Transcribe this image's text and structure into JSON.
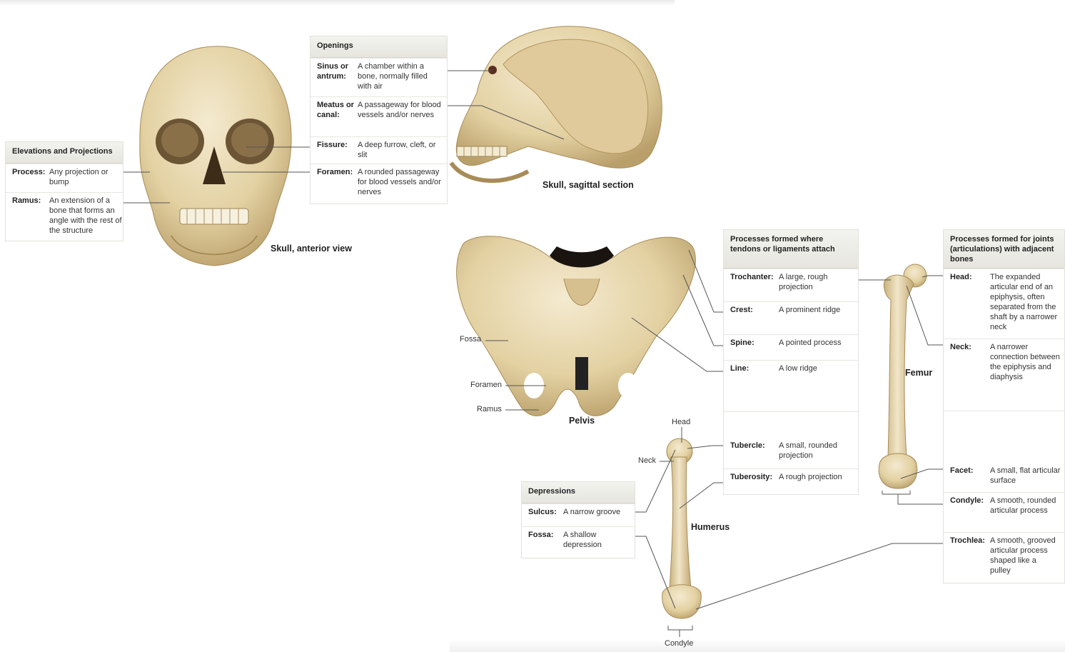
{
  "captions": {
    "skull_anterior": "Skull, anterior view",
    "skull_sagittal": "Skull, sagittal section",
    "pelvis": "Pelvis",
    "humerus": "Humerus",
    "femur": "Femur"
  },
  "labels": {
    "fossa": "Fossa",
    "foramen": "Foramen",
    "ramus": "Ramus",
    "head": "Head",
    "neck": "Neck",
    "condyle": "Condyle"
  },
  "elevations": {
    "title": "Elevations and Projections",
    "rows": [
      {
        "term": "Process:",
        "desc": "Any projection or bump"
      },
      {
        "term": "Ramus:",
        "desc": "An extension of a bone that forms an angle with the rest of the structure"
      }
    ]
  },
  "openings": {
    "title": "Openings",
    "rows": [
      {
        "term": "Sinus or antrum:",
        "desc": "A chamber within a bone, normally filled with air"
      },
      {
        "term": "Meatus or canal:",
        "desc": "A passageway for blood vessels and/or nerves"
      },
      {
        "term": "Fissure:",
        "desc": "A deep furrow, cleft, or slit"
      },
      {
        "term": "Foramen:",
        "desc": "A rounded passageway for blood vessels and/or nerves"
      }
    ]
  },
  "tendons": {
    "title": "Processes formed where tendons or ligaments attach",
    "rows": [
      {
        "term": "Trochanter:",
        "desc": "A large, rough projection"
      },
      {
        "term": "Crest:",
        "desc": "A prominent ridge"
      },
      {
        "term": "Spine:",
        "desc": "A pointed process"
      },
      {
        "term": "Line:",
        "desc": "A low ridge"
      },
      {
        "term": "Tubercle:",
        "desc": "A small, rounded projection"
      },
      {
        "term": "Tuberosity:",
        "desc": "A rough projection"
      }
    ]
  },
  "joints": {
    "title": "Processes formed for joints (articulations) with adjacent bones",
    "rows": [
      {
        "term": "Head:",
        "desc": "The expanded articular end of an epiphysis, often separated from the shaft by a narrower neck"
      },
      {
        "term": "Neck:",
        "desc": "A narrower connection between the epiphysis and diaphysis"
      },
      {
        "term": "Facet:",
        "desc": "A small, flat articular surface"
      },
      {
        "term": "Condyle:",
        "desc": "A smooth, rounded articular process"
      },
      {
        "term": "Trochlea:",
        "desc": "A smooth, grooved articular process shaped like a pulley"
      }
    ]
  },
  "depressions": {
    "title": "Depressions",
    "rows": [
      {
        "term": "Sulcus:",
        "desc": "A narrow groove"
      },
      {
        "term": "Fossa:",
        "desc": "A shallow depression"
      }
    ]
  },
  "colors": {
    "bone": "#e8d9b0",
    "bone_shadow": "#b89c68",
    "leader": "#555555"
  }
}
